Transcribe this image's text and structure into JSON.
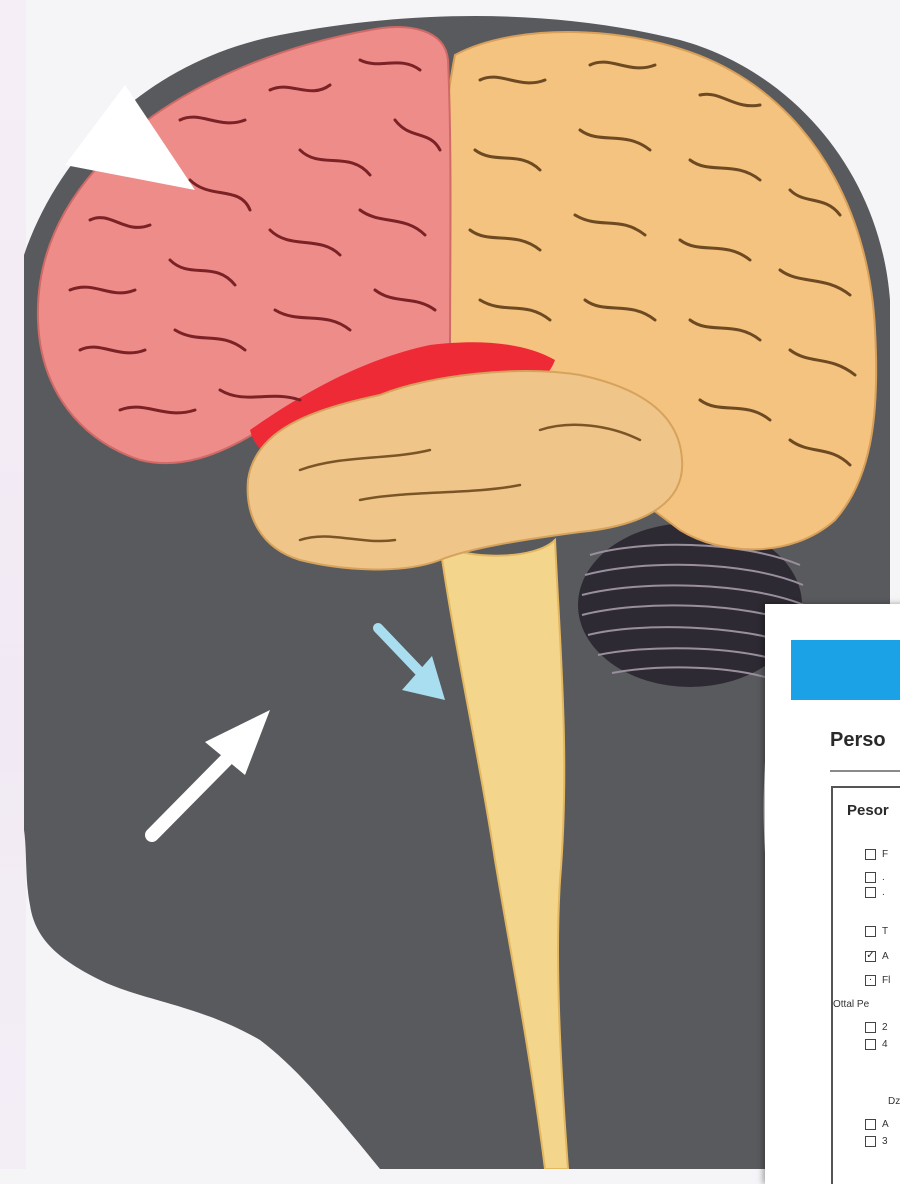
{
  "illustration": {
    "subject": "brain-anatomy",
    "colors": {
      "head_silhouette": "#595a5e",
      "frontal_lobe": "#ee8c89",
      "parietal_lobe": "#f3c37f",
      "red_region": "#ee2a36",
      "brainstem": "#f0c58a",
      "spinal_cord": "#f4d58c",
      "cerebellum": "#2e2a33",
      "arrow_white": "#ffffff",
      "arrow_blue": "#a9def0"
    }
  },
  "panel": {
    "title": "Perso",
    "section_heading": "Pesor",
    "header_color": "#1aa1e6",
    "rows_group_1": [
      {
        "mark": "☐",
        "text": "F"
      },
      {
        "mark": "☐",
        "text": "."
      },
      {
        "mark": "☐",
        "text": "."
      },
      {
        "mark": "☐",
        "text": "T"
      },
      {
        "mark": "☑",
        "text": "A"
      },
      {
        "mark": "⊡",
        "text": "Fl"
      }
    ],
    "subheading": "Ottal Pe",
    "rows_group_2": [
      {
        "mark": "☐",
        "text": "2"
      },
      {
        "mark": "☐",
        "text": "4"
      }
    ],
    "subheading_2": "Dz",
    "rows_group_3": [
      {
        "mark": "☐",
        "text": "A"
      },
      {
        "mark": "☐",
        "text": "3"
      }
    ]
  }
}
